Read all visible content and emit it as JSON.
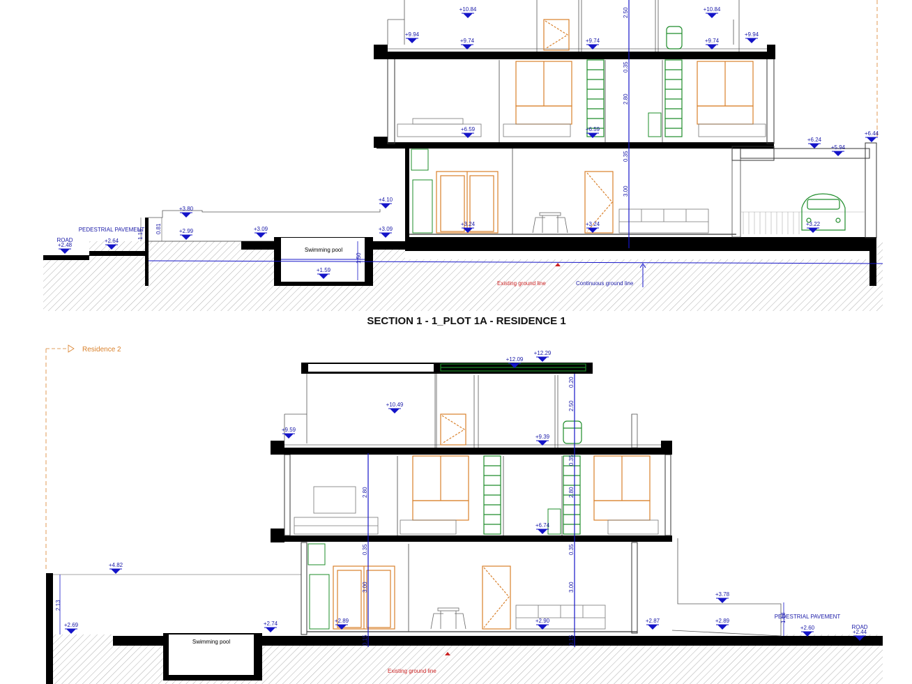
{
  "colors": {
    "structure": "#000000",
    "level_marker": "#1414c8",
    "furniture_orange": "#d9802a",
    "furniture_green": "#1e8c2a",
    "existing_ground": "#cc2222",
    "hatch": "#999999"
  },
  "section1": {
    "title": "SECTION 1 - 1_PLOT 1A - RESIDENCE 1",
    "road_label": "ROAD",
    "pavement_label": "PEDESTRIAL PAVEMENT",
    "pool_label": "Swimming pool",
    "existing_ground": "Existing ground line",
    "continuous_ground": "Continuous ground line",
    "levels": {
      "road": "+2.48",
      "pavement": "+2.64",
      "wall_top": "+3.80",
      "garden": "+2.99",
      "pool_deck": "+3.09",
      "pool_bottom": "+1.59",
      "fence_top": "+4.10",
      "deck_right": "+3.09",
      "ground_floor": "+3.24",
      "living_floor": "+3.24",
      "garage": "+3.22",
      "carport_roof": "+6.24",
      "carport_beam": "+5.94",
      "boundary_top": "+6.44",
      "first_floor_l": "+6.59",
      "first_floor_r": "+6.59",
      "roof_parapet_l": "+9.94",
      "roof_terrace_l": "+9.74",
      "roof_terrace_c": "+9.74",
      "roof_terrace_r": "+9.74",
      "roof_parapet_r": "+9.94",
      "top_l": "+10.84",
      "top_r": "+10.84"
    },
    "dims": {
      "d250": "2.50",
      "d035a": "0.35",
      "d280": "2.80",
      "d035b": "0.35",
      "d300": "3.00",
      "d150": "1.50",
      "d115": "1.15",
      "d081": "0.81"
    }
  },
  "section2": {
    "residence_label": "Residence 2",
    "road_label": "ROAD",
    "pavement_label": "PEDESTRIAL PAVEMENT",
    "pool_label": "Swimming pool",
    "existing_ground": "Existing ground line",
    "levels": {
      "garden_wall_top": "+4.82",
      "garden": "+2.69",
      "pool_deck": "+2.74",
      "ground_floor_l": "+2.89",
      "ground_floor_c": "+2.90",
      "ground_floor_r": "+2.87",
      "ramp_top": "+3.78",
      "ramp": "+2.89",
      "pavement": "+2.60",
      "road": "+2.44",
      "first_floor": "+6.74",
      "roof_parapet": "+9.59",
      "roof_terrace": "+9.39",
      "top_terrace": "+10.49",
      "top_roof": "+12.09",
      "top_roof_r": "+12.29"
    },
    "dims": {
      "d213": "2.13",
      "d280a": "2.80",
      "d035a": "0.35",
      "d300a": "3.00",
      "d280b": "2.80",
      "d035b": "0.35",
      "d300b": "3.00",
      "d035c": "0.35",
      "d250": "2.50",
      "d020": "0.20",
      "d118": "1.18",
      "d015a": "0.15",
      "d015b": "0.15"
    }
  }
}
